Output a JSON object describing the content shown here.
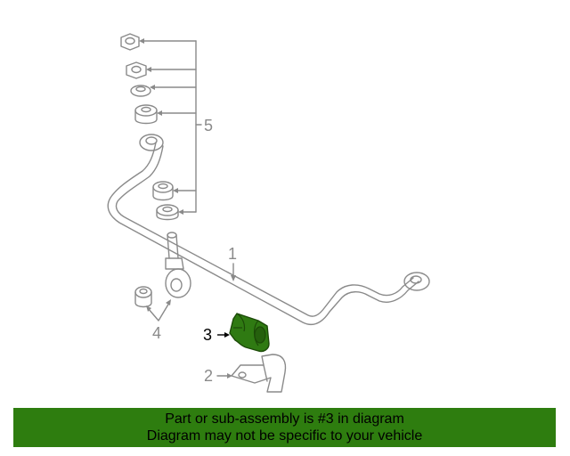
{
  "callouts": {
    "c1": "1",
    "c2": "2",
    "c3": "3",
    "c4": "4",
    "c5": "5"
  },
  "highlighted_part": "3",
  "colors": {
    "line": "#8a8a8a",
    "highlight_part": "#2f7a12",
    "banner": "#2e7d0f"
  },
  "banner": {
    "line1": "Part or sub-assembly is #3 in diagram",
    "line2": "Diagram may not be specific to your vehicle"
  }
}
